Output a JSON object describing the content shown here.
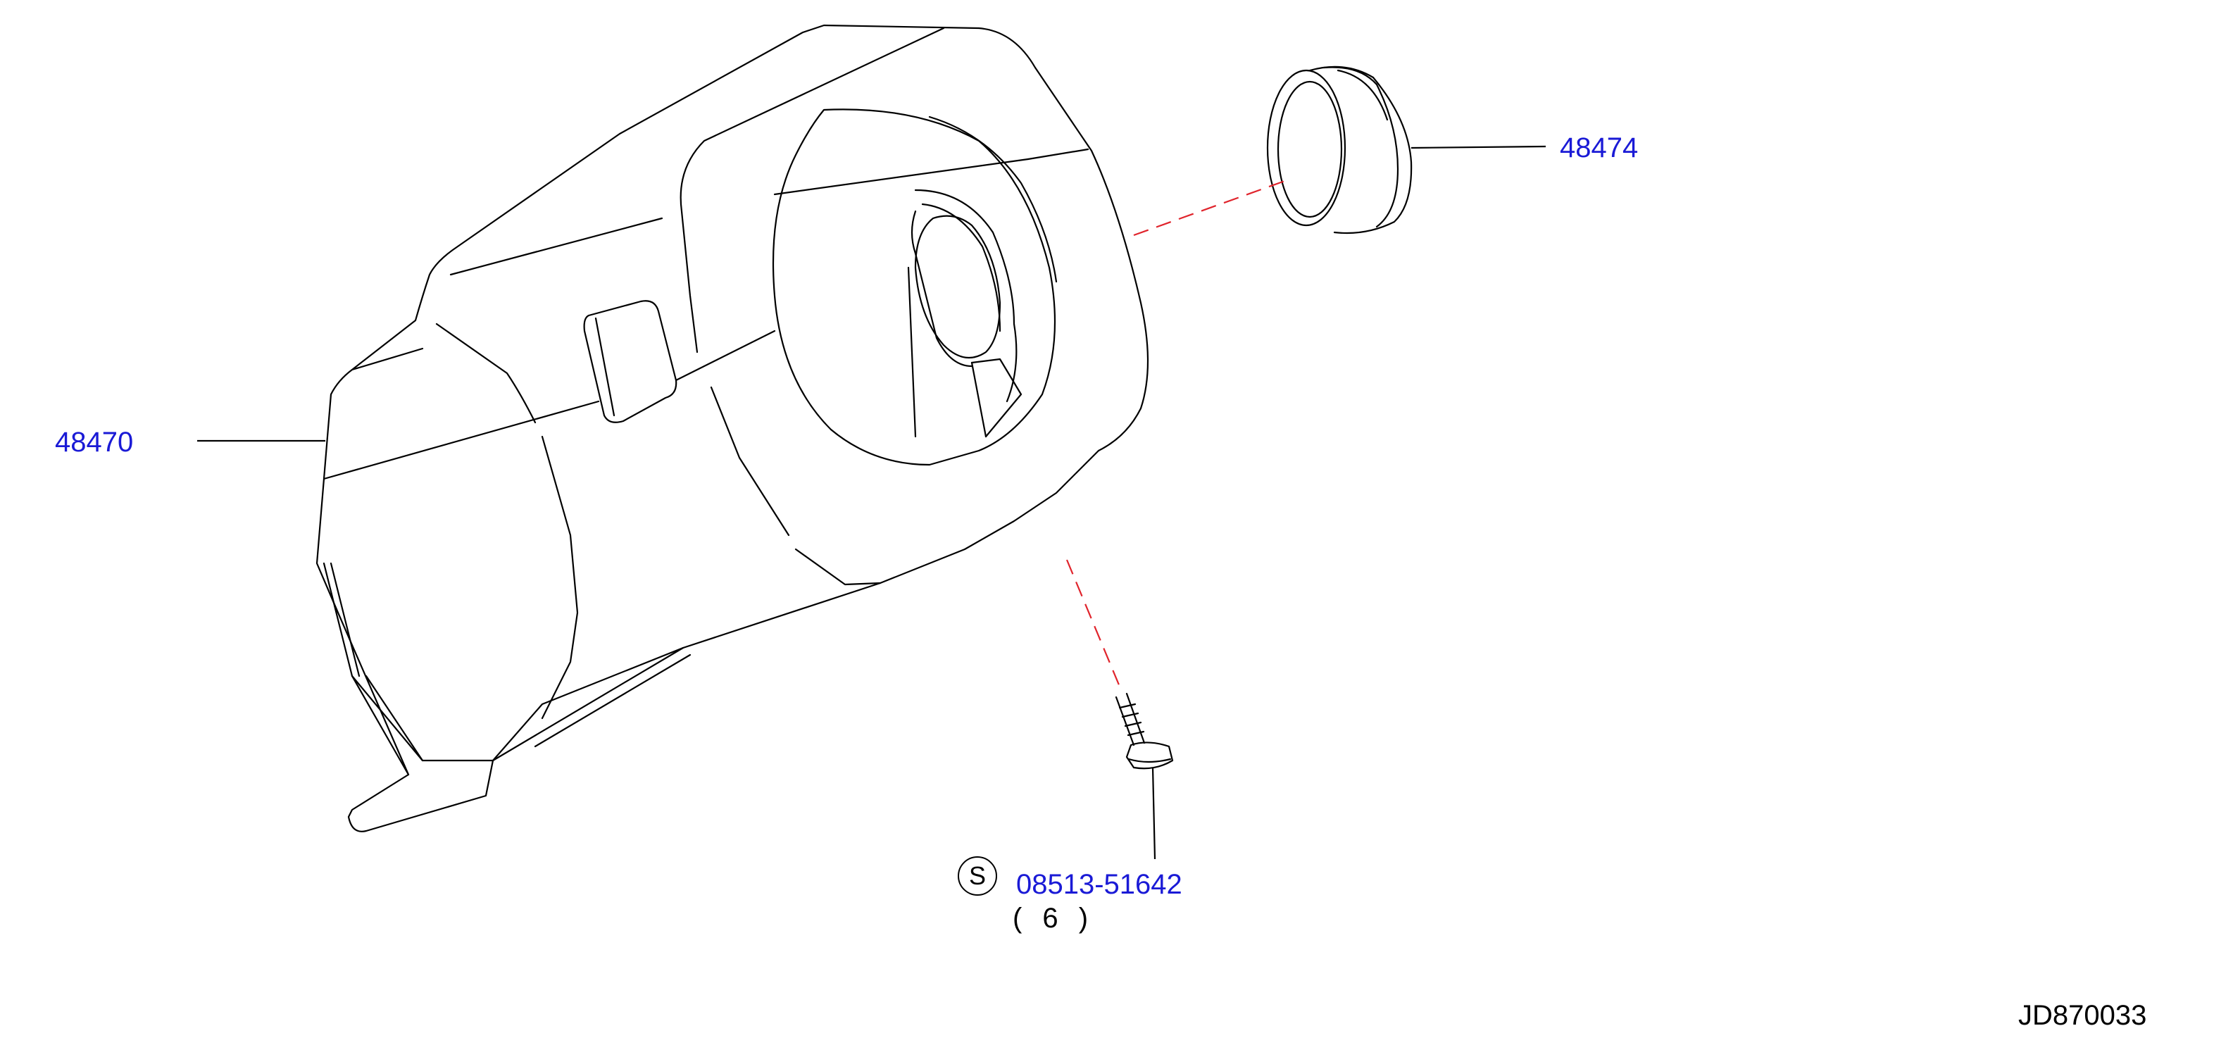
{
  "callouts": {
    "cover": "48470",
    "ring": "48474",
    "screw_part": "08513-51642",
    "screw_symbol": "S",
    "screw_qty": "( 6 )"
  },
  "diagram_id": "JD870033",
  "colors": {
    "label": "#1a1ad6",
    "dashed_line": "#e0242c",
    "linework": "#000000"
  }
}
